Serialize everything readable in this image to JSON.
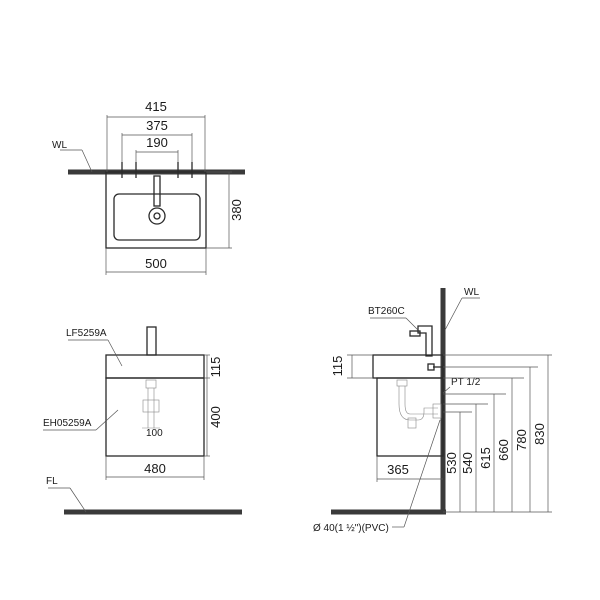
{
  "top_view": {
    "wall_label": "WL",
    "dim_415": "415",
    "dim_375": "375",
    "dim_190": "190",
    "dim_380": "380",
    "dim_500": "500"
  },
  "front_view": {
    "basin_label": "LF5259A",
    "cabinet_label": "EH05259A",
    "floor_label": "FL",
    "dim_115": "115",
    "dim_400": "400",
    "dim_480": "480",
    "dim_100": "100"
  },
  "side_view": {
    "faucet_label": "BT260C",
    "wall_label": "WL",
    "supply_label": "PT 1/2",
    "drain_label": "Ø 40(1 ½\")(PVC)",
    "dim_115": "115",
    "dim_365": "365",
    "heights": [
      "530",
      "540",
      "615",
      "660",
      "780",
      "830"
    ]
  }
}
